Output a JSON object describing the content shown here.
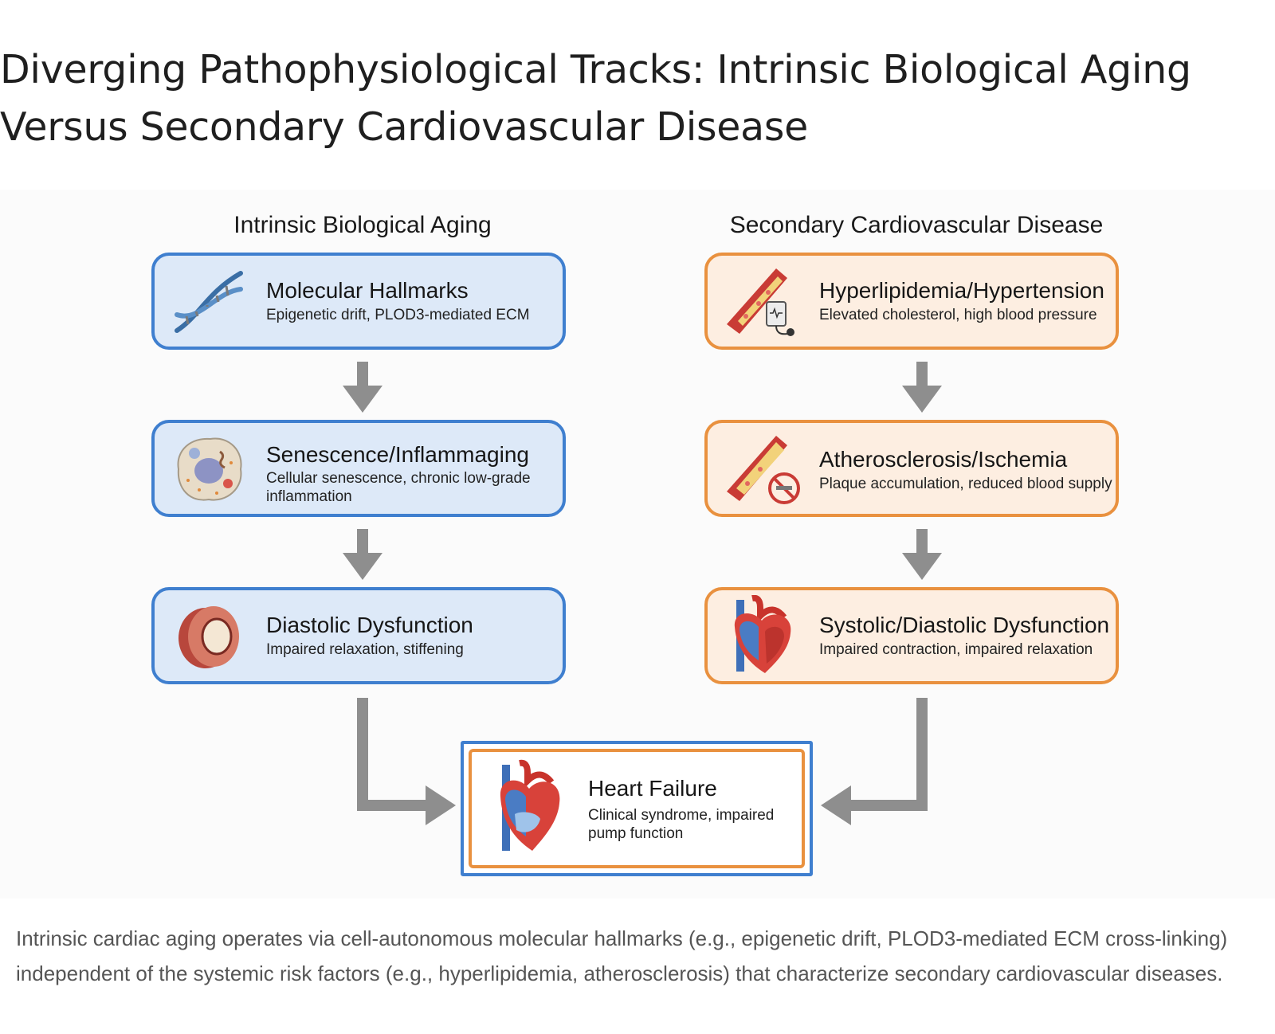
{
  "title": "Diverging Pathophysiological Tracks: Intrinsic Biological Aging Versus Secondary Cardiovascular Disease",
  "columns": {
    "left": {
      "heading": "Intrinsic Biological Aging",
      "accent": "#3f7fcf",
      "cards": [
        {
          "title": "Molecular Hallmarks",
          "subtitle": "Epigenetic drift, PLOD3-mediated ECM",
          "icon": "dna-icon"
        },
        {
          "title": "Senescence/Inflammaging",
          "subtitle": "Cellular senescence, chronic low-grade inflammation",
          "icon": "cell-icon"
        },
        {
          "title": "Diastolic Dysfunction",
          "subtitle": "Impaired relaxation, stiffening",
          "icon": "vessel-ring-icon"
        }
      ]
    },
    "right": {
      "heading": "Secondary Cardiovascular Disease",
      "accent": "#e9913f",
      "cards": [
        {
          "title": "Hyperlipidemia/Hypertension",
          "subtitle": "Elevated cholesterol, high blood pressure",
          "icon": "artery-bp-monitor-icon"
        },
        {
          "title": "Atherosclerosis/Ischemia",
          "subtitle": "Plaque accumulation, reduced blood supply",
          "icon": "plaque-artery-icon"
        },
        {
          "title": "Systolic/Diastolic Dysfunction",
          "subtitle": "Impaired contraction, impaired relaxation",
          "icon": "heart-icon"
        }
      ]
    }
  },
  "outcome": {
    "title": "Heart Failure",
    "subtitle": "Clinical syndrome, impaired pump function",
    "icon": "heart-icon"
  },
  "caption": "Intrinsic cardiac aging operates via cell-autonomous molecular hallmarks (e.g., epigenetic drift, PLOD3-mediated ECM cross-linking) independent of the systemic risk factors (e.g., hyperlipidemia, atherosclerosis) that characterize secondary cardiovascular diseases."
}
